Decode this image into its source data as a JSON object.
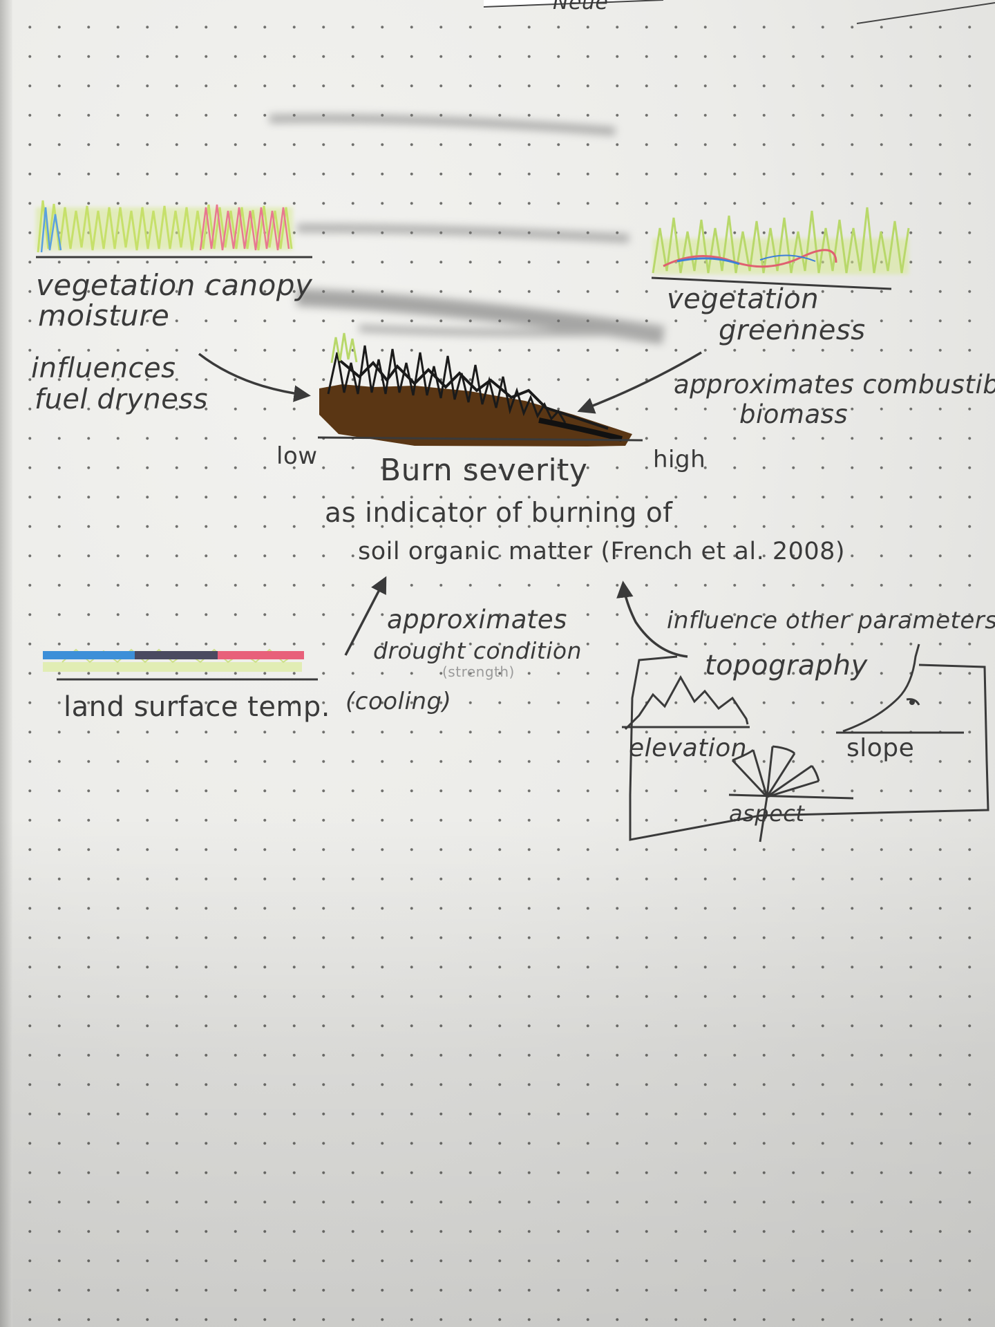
{
  "top_corner_text": "Neue",
  "burn_severity": {
    "title": "Burn severity",
    "line2": "as indicator of burning of",
    "line3": "soil organic matter (French et al. 2008)",
    "low_label": "low",
    "high_label": "high"
  },
  "canopy_moisture": {
    "label_line1": "vegetation canopy",
    "label_line2": "moisture",
    "annotation_line1": "influences",
    "annotation_line2": "fuel dryness"
  },
  "greenness": {
    "label_line1": "vegetation",
    "label_line2": "greenness",
    "annotation_line1": "approximates combustible",
    "annotation_line2": "biomass"
  },
  "land_surface_temp": {
    "label": "land surface temp.",
    "cooling": "(cooling)",
    "annotation_line1": "approximates",
    "annotation_line2": "drought condition",
    "note": "(strength)"
  },
  "topography": {
    "annotation": "influence other parameters",
    "title": "topography",
    "elevation": "elevation",
    "slope": "slope",
    "aspect": "aspect"
  },
  "colors": {
    "pencil": "#3a3a3a",
    "soil_brown": "#5a3614",
    "grass_green": "#b8d86a",
    "burnt_black": "#1a1a1a",
    "pink": "#e8607a",
    "blue": "#3c8fd8"
  }
}
